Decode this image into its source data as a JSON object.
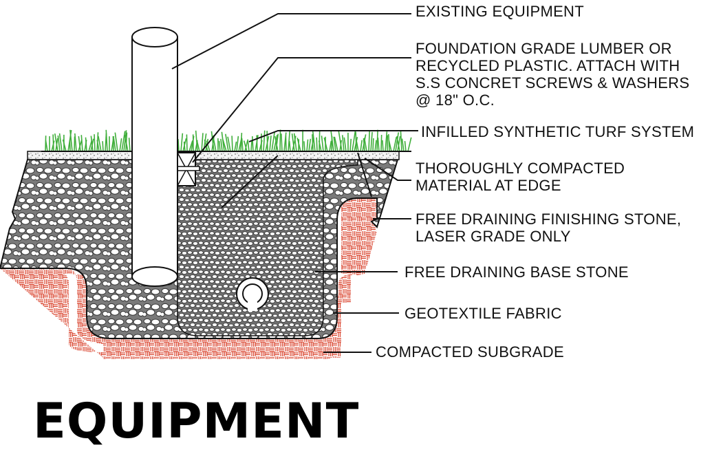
{
  "title": "EQUIPMENT",
  "labels": {
    "existing_equipment": "EXISTING EQUIPMENT",
    "lumber": {
      "line1": "FOUNDATION GRADE LUMBER OR",
      "line2": "RECYCLED PLASTIC. ATTACH WITH",
      "line3": "S.S CONCRET SCREWS & WASHERS",
      "line4": "@ 18\" O.C."
    },
    "turf": "INFILLED SYNTHETIC TURF SYSTEM",
    "compacted_edge": {
      "line1": "THOROUGHLY COMPACTED",
      "line2": "MATERIAL AT EDGE"
    },
    "finishing_stone": {
      "line1": "FREE DRAINING FINISHING STONE,",
      "line2": "LASER GRADE ONLY"
    },
    "base_stone": "FREE DRAINING BASE STONE",
    "geotextile": "GEOTEXTILE FABRIC",
    "subgrade": "COMPACTED SUBGRADE"
  },
  "colors": {
    "turf": "#3fae3a",
    "subgrade": "#d9412b",
    "stone": "#666666",
    "line": "#111111"
  }
}
